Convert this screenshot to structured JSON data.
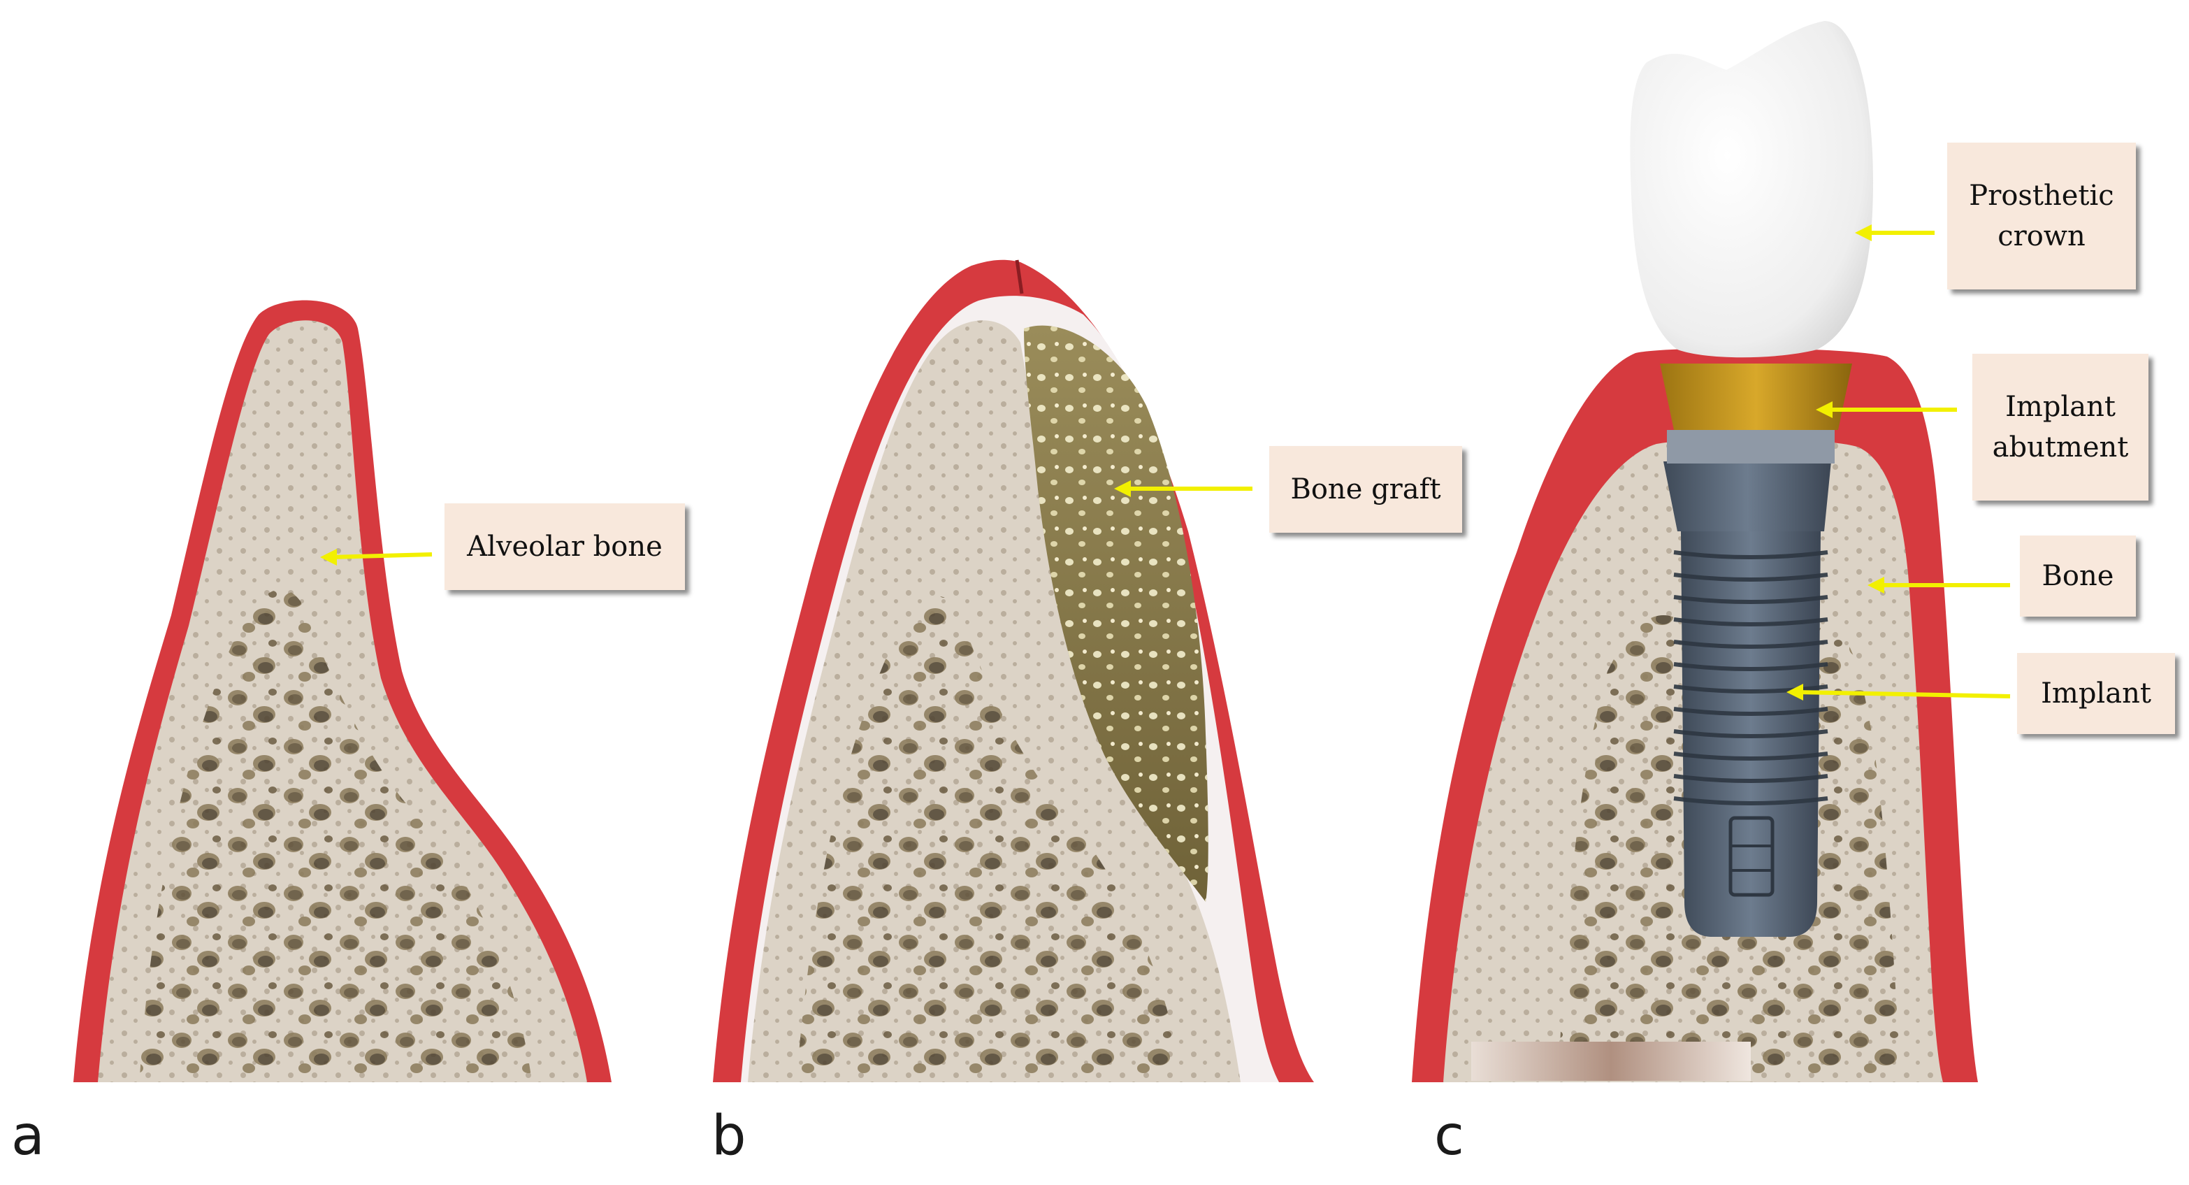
{
  "panels": [
    {
      "letter": "a",
      "labels": [
        {
          "text": "Alveolar bone"
        }
      ]
    },
    {
      "letter": "b",
      "labels": [
        {
          "text": "Bone graft"
        }
      ]
    },
    {
      "letter": "c",
      "labels": [
        {
          "text": "Prosthetic crown"
        },
        {
          "text": "Implant abutment"
        },
        {
          "text": "Bone"
        },
        {
          "text": "Implant"
        }
      ]
    }
  ],
  "colors": {
    "gum": "#d63a3f",
    "gum_dark": "#b82a30",
    "bone": "#dcd3c6",
    "bone_pore": "#7a6a50",
    "graft": "#8a7a4a",
    "crown": "#f2f2f2",
    "abutment": "#c89a20",
    "implant": "#5a6878",
    "arrow": "#f2f000",
    "label_bg": "#f8e8dc"
  }
}
